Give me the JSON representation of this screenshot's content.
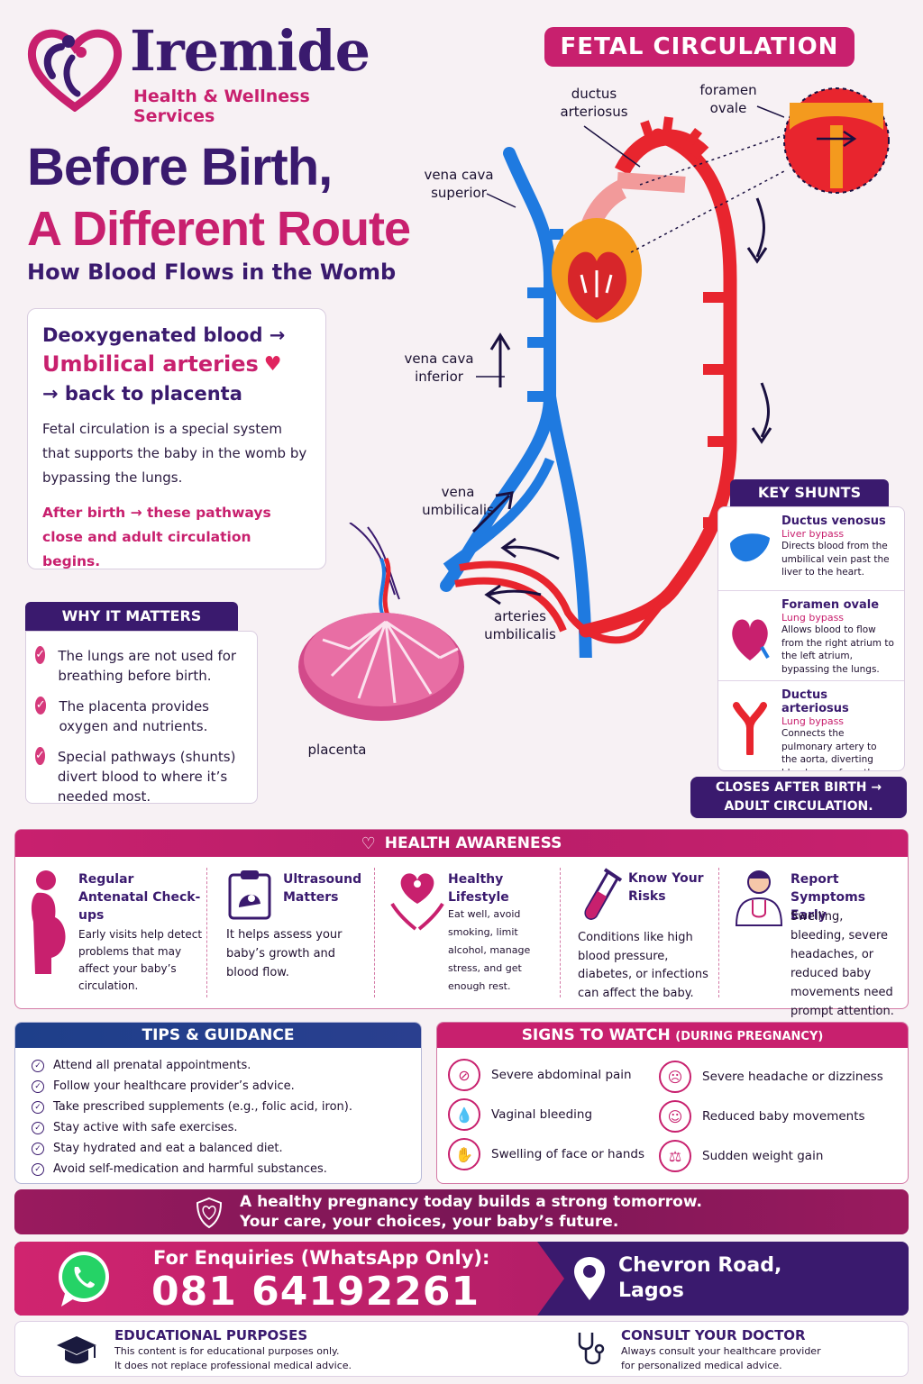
{
  "brand": {
    "name": "Iremide",
    "subtitle": "Health & Wellness Services"
  },
  "headline": {
    "line1": "Before Birth,",
    "line2": "A Different Route",
    "line3": "How Blood Flows in the Womb"
  },
  "intro": {
    "title1": "Deoxygenated blood →",
    "title2": "Umbilical arteries",
    "title3": "→ back to placenta",
    "body": "Fetal circulation is a special system that supports the baby in the womb by bypassing the lungs.",
    "after": "After birth → these pathways close and adult circulation begins."
  },
  "why": {
    "title": "WHY IT MATTERS",
    "items": [
      "The lungs are not used for breathing before birth.",
      "The placenta provides oxygen and nutrients.",
      "Special pathways (shunts) divert blood to where it’s needed most."
    ]
  },
  "diagram": {
    "title": "FETAL CIRCULATION",
    "labels": {
      "ductus": "ductus arteriosus",
      "foramen": "foramen ovale",
      "vcs": "vena cava superior",
      "vci": "vena cava inferior",
      "vu": "vena umbilicalis",
      "au": "arteries umbilicalis",
      "placenta": "placenta"
    }
  },
  "shunts": {
    "title": "KEY SHUNTS",
    "items": [
      {
        "title": "Ductus venosus",
        "sub": "Liver bypass",
        "body": "Directs blood from the umbilical vein past the liver to the heart.",
        "icon": "liver-icon"
      },
      {
        "title": "Foramen ovale",
        "sub": "Lung bypass",
        "body": "Allows blood to flow from the right atrium to the left atrium, bypassing the lungs.",
        "icon": "heart-icon"
      },
      {
        "title": "Ductus arteriosus",
        "sub": "Lung bypass",
        "body": "Connects the pulmonary artery to the aorta, diverting blood away from the lungs.",
        "icon": "artery-icon"
      }
    ],
    "closes": "CLOSES AFTER BIRTH → ADULT CIRCULATION."
  },
  "awareness": {
    "title": "HEALTH AWARENESS",
    "items": [
      {
        "title": "Regular Antenatal Check-ups",
        "body": "Early visits help detect problems that may affect your baby’s circulation.",
        "icon": "pregnant-woman-icon"
      },
      {
        "title": "Ultrasound Matters",
        "body": "It helps assess your baby’s growth and blood flow.",
        "icon": "ultrasound-icon"
      },
      {
        "title": "Healthy Lifestyle",
        "body": "Eat well, avoid smoking, limit alcohol, manage stress, and get enough rest.",
        "icon": "heart-hands-icon"
      },
      {
        "title": "Know Your Risks",
        "body": "Conditions like high blood pressure, diabetes, or infections can affect the baby.",
        "icon": "test-tube-icon"
      },
      {
        "title": "Report Symptoms Early",
        "body": "Swelling, bleeding, severe headaches, or reduced baby movements need prompt attention.",
        "icon": "doctor-icon"
      }
    ]
  },
  "tips": {
    "title": "TIPS & GUIDANCE",
    "items": [
      "Attend all prenatal appointments.",
      "Follow your healthcare provider’s advice.",
      "Take prescribed supplements (e.g., folic acid, iron).",
      "Stay active with safe exercises.",
      "Stay hydrated and eat a balanced diet.",
      "Avoid self-medication and harmful substances."
    ]
  },
  "signs": {
    "title": "SIGNS TO WATCH",
    "title_small": "(DURING PREGNANCY)",
    "items": [
      "Severe abdominal pain",
      "Severe headache or dizziness",
      "Vaginal bleeding",
      "Reduced baby movements",
      "Swelling of face or hands",
      "Sudden weight gain"
    ]
  },
  "banner": {
    "line1": "A healthy pregnancy today builds a strong tomorrow.",
    "line2": "Your care, your choices, your baby’s future."
  },
  "contact": {
    "label": "For Enquiries (WhatsApp Only):",
    "phone": "081 64192261",
    "address1": "Chevron Road,",
    "address2": "Lagos"
  },
  "footer": {
    "edu_title": "EDUCATIONAL PURPOSES",
    "edu_body1": "This content is for educational purposes only.",
    "edu_body2": "It does not replace professional medical advice.",
    "doc_title": "CONSULT YOUR DOCTOR",
    "doc_body1": "Always consult your healthcare provider",
    "doc_body2": "for personalized medical advice."
  },
  "colors": {
    "brand_purple": "#3a1a6e",
    "brand_pink": "#c8206e",
    "vein_blue": "#1f7ae0",
    "artery_red": "#e8252e"
  }
}
